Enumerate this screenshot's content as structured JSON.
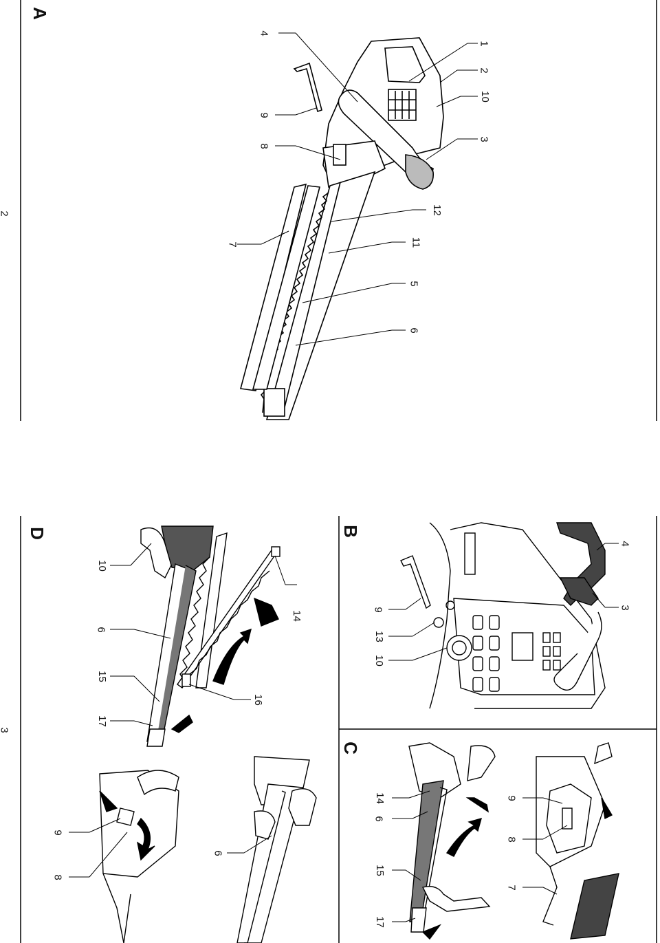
{
  "page_numbers": {
    "top": "2",
    "bottom": "3"
  },
  "sections": {
    "a": "A",
    "b": "B",
    "c": "C",
    "d": "D"
  },
  "figure_a": {
    "callouts": [
      "1",
      "2",
      "10",
      "3",
      "12",
      "11",
      "5",
      "6",
      "4",
      "9",
      "8",
      "7"
    ]
  },
  "figure_b": {
    "callouts": [
      "4",
      "3",
      "9",
      "13",
      "10"
    ]
  },
  "figure_c": {
    "callouts": [
      "9",
      "8",
      "7",
      "14",
      "6",
      "15",
      "17"
    ]
  },
  "figure_d": {
    "callouts": [
      "10",
      "6",
      "15",
      "17",
      "14",
      "16",
      "9",
      "8",
      "6"
    ]
  }
}
